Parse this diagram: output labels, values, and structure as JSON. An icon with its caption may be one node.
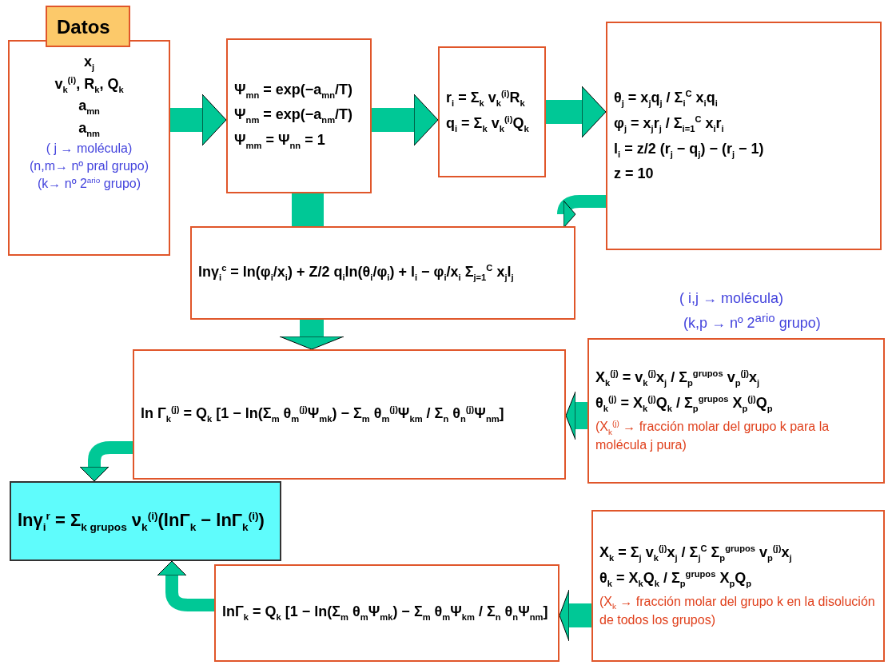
{
  "diagram": {
    "nodes": [
      {
        "text": [
          "Datos",
          "x$_{j}$",
          "v$_{k}$$^{(i)}$, R$_{k}$, Q$_{k}$",
          "a$_{mn}$",
          "a$_{nm}$",
          "( j → molécula)",
          "(n,m→ nº pral grupo)",
          "(k→ nº 2$^{ario}$ grupo)"
        ]
      },
      {
        "text": [
          "Ψ$_{mn}$ = exp(−a$_{mn}$/T)",
          "Ψ$_{nm}$ = exp(−a$_{nm}$/T)",
          "Ψ$_{mm}$ = Ψ$_{nn}$ = 1"
        ]
      },
      {
        "text": [
          "r$_{i}$ = Σ$_{k}$ v$_{k}$$^{(i)}$R$_{k}$",
          "q$_{i}$ = Σ$_{k}$ v$_{k}$$^{(i)}$Q$_{k}$"
        ]
      },
      {
        "text": [
          "θ$_{j}$ = x$_{j}$q$_{j}$ / Σ$_{i}$$^{C}$ x$_{i}$q$_{i}$",
          "φ$_{j}$ = x$_{j}$r$_{j}$ / Σ$_{i=1}$$^{C}$ x$_{i}$r$_{i}$",
          "l$_{i}$ = z/2 (r$_{j}$ − q$_{j}$) − (r$_{j}$ − 1)",
          "z = 10"
        ]
      },
      {
        "text": [
          "lnγ$_{i}$$^{c}$ = ln(φ$_{i}$/x$_{i}$) + Z/2 q$_{i}$ln(θ$_{i}$/φ$_{i}$) + l$_{i}$ − φ$_{i}$/x$_{i}$ Σ$_{j=1}$$^{C}$ x$_{j}$l$_{j}$"
        ]
      },
      {
        "text": [
          "ln Γ$_{k}$$^{(j)}$ = Q$_{k}$ [1 − ln(Σ$_{m}$ θ$_{m}$$^{(j)}$Ψ$_{mk}$) − Σ$_{m}$ θ$_{m}$$^{(j)}$Ψ$_{km}$ / Σ$_{n}$ θ$_{n}$$^{(j)}$Ψ$_{nm}$]"
        ]
      },
      {
        "text": [
          "X$_{k}$$^{(j)}$ = v$_{k}$$^{(j)}$x$_{j}$ / Σ$_{p}$$^{grupos}$ v$_{p}$$^{(j)}$x$_{j}$",
          "θ$_{k}$$^{(j)}$ = X$_{k}$$^{(j)}$Q$_{k}$ / Σ$_{p}$$^{grupos}$ X$_{p}$$^{(j)}$Q$_{p}$",
          "(X$_{k}$$^{(j)}$ → fracción molar del grupo k para la molécula j pura)"
        ],
        "beside": [
          "( i,j → molécula)",
          "(k,p → nº 2$^{ario}$ grupo)"
        ]
      },
      {
        "text": [
          "lnγ$_{i}$$^{r}$ = Σ$_{k grupos}$ ν$_{k}$$^{(i)}$(lnΓ$_{k}$ − lnΓ$_{k}$$^{(i)}$)"
        ]
      },
      {
        "text": [
          "lnΓ$_{k}$ = Q$_{k}$ [1 − ln(Σ$_{m}$ θ$_{m}$Ψ$_{mk}$) − Σ$_{m}$ θ$_{m}$Ψ$_{km}$ / Σ$_{n}$ θ$_{n}$Ψ$_{nm}$]"
        ]
      },
      {
        "text": [
          "X$_{k}$ = Σ$_{j}$ v$_{k}$$^{(j)}$x$_{j}$ / Σ$_{j}$$^{C}$ Σ$_{p}$$^{grupos}$ v$_{p}$$^{(j)}$x$_{j}$",
          "θ$_{k}$ = X$_{k}$Q$_{k}$ / Σ$_{p}$$^{grupos}$ X$_{p}$Q$_{p}$",
          "(X$_{k}$ → fracción molar del grupo k en la disolución de todos los grupos)"
        ]
      }
    ],
    "edges": [
      {
        "from": 0,
        "to": 1,
        "arrow": "to"
      },
      {
        "from": 1,
        "to": 2,
        "arrow": "to"
      },
      {
        "from": 2,
        "to": 3,
        "arrow": "to"
      },
      {
        "from": 1,
        "to": 4,
        "arrow": "none"
      },
      {
        "from": 3,
        "to": 4,
        "arrow": "to"
      },
      {
        "from": 4,
        "to": 5,
        "arrow": "to"
      },
      {
        "from": 6,
        "to": 5,
        "arrow": "to"
      },
      {
        "from": 5,
        "to": 7,
        "arrow": "to"
      },
      {
        "from": 9,
        "to": 8,
        "arrow": "to"
      },
      {
        "from": 8,
        "to": 7,
        "arrow": "to"
      }
    ]
  }
}
